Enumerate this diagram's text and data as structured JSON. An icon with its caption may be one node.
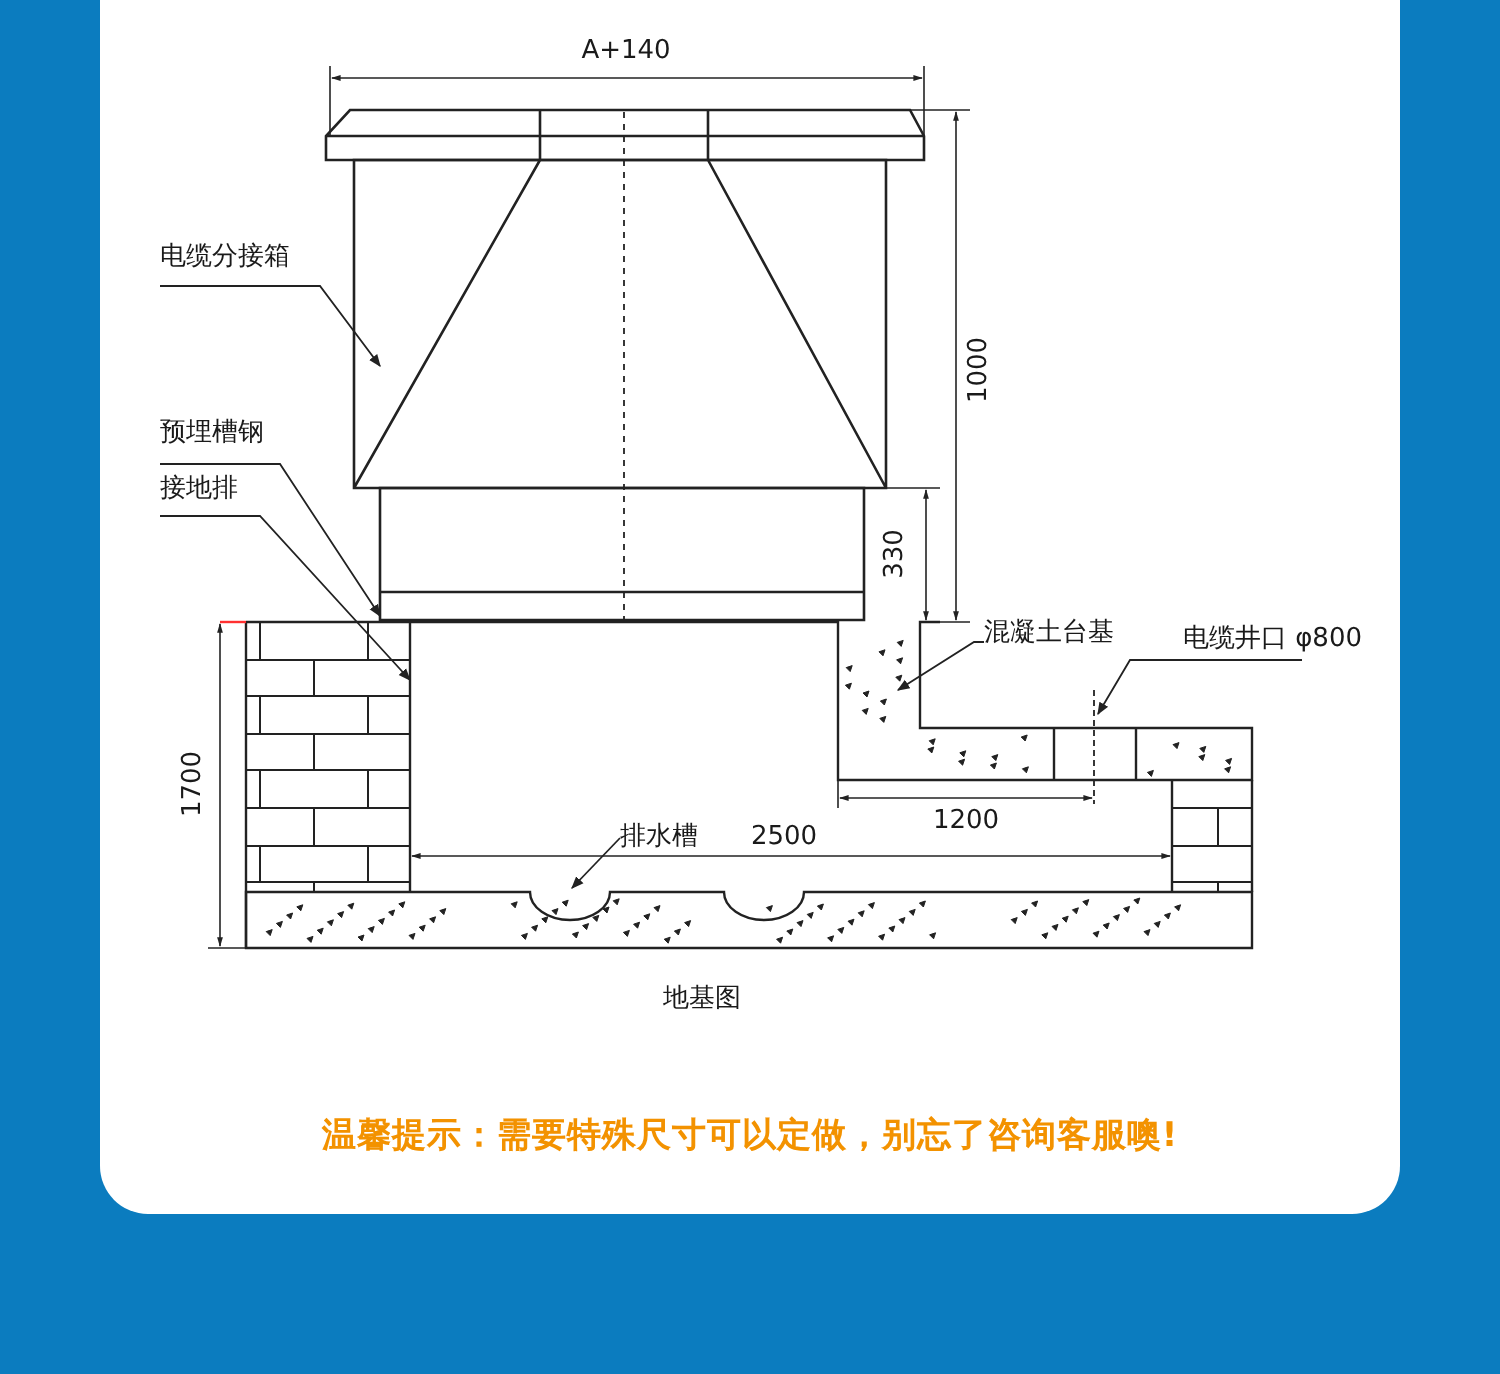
{
  "diagram": {
    "caption": "地基图",
    "nodes": [
      {
        "text": [
          "电缆分接箱"
        ]
      },
      {
        "text": [
          "预埋槽钢"
        ]
      },
      {
        "text": [
          "接地排"
        ]
      },
      {
        "text": [
          "混凝土台基"
        ]
      },
      {
        "text": [
          "电缆井口 φ800"
        ]
      },
      {
        "text": [
          "排水槽"
        ]
      }
    ],
    "edges": [
      {
        "from": 0,
        "to": null,
        "arrow": "to"
      },
      {
        "from": 1,
        "to": null,
        "arrow": "to"
      },
      {
        "from": 2,
        "to": null,
        "arrow": "to"
      },
      {
        "from": 3,
        "to": null,
        "arrow": "to"
      },
      {
        "from": 4,
        "to": null,
        "arrow": "to"
      },
      {
        "from": 5,
        "to": null,
        "arrow": "to"
      }
    ],
    "labels": [
      "A+140",
      "1000",
      "330",
      "1700",
      "1200",
      "2500",
      "温馨提示：需要特殊尺寸可以定做，别忘了咨询客服噢!"
    ]
  }
}
